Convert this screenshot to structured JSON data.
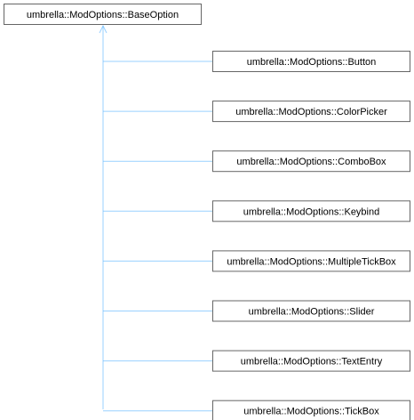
{
  "diagram": {
    "base": {
      "label": "umbrella::ModOptions::BaseOption"
    },
    "children": [
      {
        "label": "umbrella::ModOptions::Button"
      },
      {
        "label": "umbrella::ModOptions::ColorPicker"
      },
      {
        "label": "umbrella::ModOptions::ComboBox"
      },
      {
        "label": "umbrella::ModOptions::Keybind"
      },
      {
        "label": "umbrella::ModOptions::MultipleTickBox"
      },
      {
        "label": "umbrella::ModOptions::Slider"
      },
      {
        "label": "umbrella::ModOptions::TextEntry"
      },
      {
        "label": "umbrella::ModOptions::TickBox"
      }
    ],
    "colors": {
      "edge": "#63b8ff",
      "border": "#666666"
    }
  }
}
